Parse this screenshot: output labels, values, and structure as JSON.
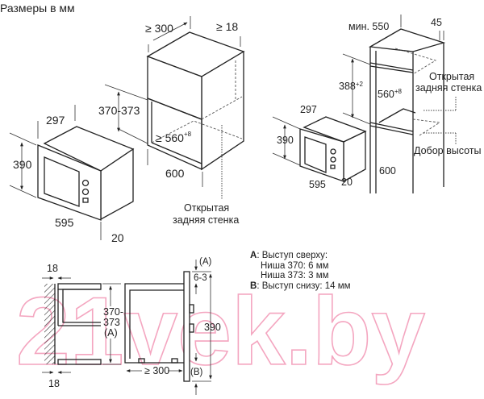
{
  "title": "Размеры в мм",
  "left_view": {
    "cabinet_depth": "≥ 300",
    "wall_thickness": "≥ 18",
    "niche_height": "370-373",
    "niche_width": "≥ 560",
    "niche_width_tol": "+8",
    "cabinet_width": "600",
    "open_back_line1": "Открытая",
    "open_back_line2": "задняя стенка",
    "mw_depth": "297",
    "mw_height": "390",
    "mw_width": "595",
    "mw_front": "20"
  },
  "right_view": {
    "min_depth": "мин. 550",
    "side": "45",
    "niche_height": "388",
    "niche_height_tol": "+2",
    "niche_width": "560",
    "niche_width_tol": "+8",
    "open_back_line1": "Открытая",
    "open_back_line2": "задняя стенка",
    "height_filler": "Добор высоты",
    "cabinet_width": "600",
    "mw_depth": "297",
    "mw_height": "390",
    "mw_width": "595",
    "mw_front": "20"
  },
  "section_view": {
    "top_board": "18",
    "bottom_board": "18",
    "niche_line1": "370-",
    "niche_line2": "373",
    "niche_line3": "(A)",
    "label_a": "(A)",
    "protrusion": "6-3",
    "height": "390",
    "depth": "≥ 300",
    "label_b": "(B)"
  },
  "legend": {
    "a_key": "A",
    "a_text": ": Выступ сверху:",
    "line2": "Ниша 370: 6 мм",
    "line3": "Ниша 373: 3 мм",
    "b_key": "B",
    "b_text": ": Выступ снизу: 14 мм"
  },
  "watermark": "21vek.by"
}
